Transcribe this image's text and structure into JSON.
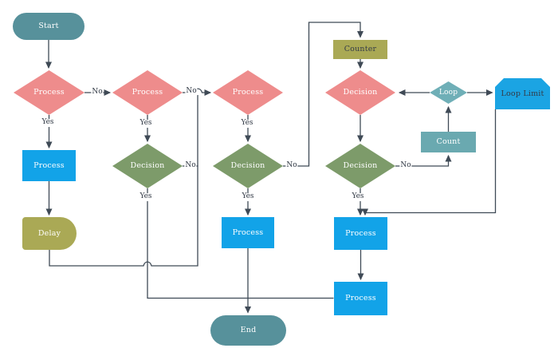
{
  "diagram": {
    "type": "flowchart",
    "background": "#ffffff",
    "colors": {
      "terminal": "#57919B",
      "pinkDiamond": "#EE8C8C",
      "greenDiamond": "#7D9B6A",
      "processBlue": "#12A3E8",
      "olive": "#AAA955",
      "loopTeal": "#6FAFB7",
      "countTeal": "#6AA9B0",
      "loopLimitBlue": "#1BA4E3",
      "connector": "#3F4A56",
      "labelText": "#333B47",
      "darkShapeText": "#333B47",
      "shapeText": "#FFFFFF"
    },
    "nodes": [
      {
        "id": "start",
        "label": "Start",
        "shape": "terminator"
      },
      {
        "id": "p1",
        "label": "Process",
        "shape": "diamond"
      },
      {
        "id": "p2",
        "label": "Process",
        "shape": "diamond"
      },
      {
        "id": "p3",
        "label": "Process",
        "shape": "diamond"
      },
      {
        "id": "proc1",
        "label": "Process",
        "shape": "rectangle"
      },
      {
        "id": "delay",
        "label": "Delay",
        "shape": "delay"
      },
      {
        "id": "d2",
        "label": "Decision",
        "shape": "diamond"
      },
      {
        "id": "d3",
        "label": "Decision",
        "shape": "diamond"
      },
      {
        "id": "counter",
        "label": "Counter",
        "shape": "rectangle"
      },
      {
        "id": "pdec",
        "label": "Decision",
        "shape": "diamond"
      },
      {
        "id": "d4",
        "label": "Decision",
        "shape": "diamond"
      },
      {
        "id": "loop",
        "label": "Loop",
        "shape": "diamond"
      },
      {
        "id": "count",
        "label": "Count",
        "shape": "rectangle"
      },
      {
        "id": "looplimit",
        "label": "Loop Limit",
        "shape": "loop-limit"
      },
      {
        "id": "proc3",
        "label": "Process",
        "shape": "rectangle"
      },
      {
        "id": "proc4",
        "label": "Process",
        "shape": "rectangle"
      },
      {
        "id": "procb",
        "label": "Process",
        "shape": "rectangle"
      },
      {
        "id": "end",
        "label": "End",
        "shape": "terminator"
      }
    ],
    "edge_labels": [
      {
        "text": "No"
      },
      {
        "text": "No"
      },
      {
        "text": "No"
      },
      {
        "text": "No"
      },
      {
        "text": "No"
      },
      {
        "text": "Yes"
      },
      {
        "text": "Yes"
      },
      {
        "text": "Yes"
      },
      {
        "text": "Yes"
      },
      {
        "text": "Yes"
      },
      {
        "text": "Yes"
      }
    ],
    "edges": [
      {
        "from": "start",
        "to": "p1",
        "label": ""
      },
      {
        "from": "p1",
        "to": "p2",
        "label": "No"
      },
      {
        "from": "p1",
        "to": "proc1",
        "label": "Yes"
      },
      {
        "from": "proc1",
        "to": "delay",
        "label": ""
      },
      {
        "from": "p2",
        "to": "p3",
        "label": "No"
      },
      {
        "from": "p2",
        "to": "d2",
        "label": "Yes"
      },
      {
        "from": "p3",
        "to": "d3",
        "label": "Yes"
      },
      {
        "from": "d2",
        "to": "p3",
        "label": "No"
      },
      {
        "from": "delay",
        "to": "p3",
        "label": ""
      },
      {
        "from": "d2",
        "to": "procb",
        "label": "Yes"
      },
      {
        "from": "d3",
        "to": "counter",
        "label": "No"
      },
      {
        "from": "d3",
        "to": "proc3",
        "label": "Yes"
      },
      {
        "from": "counter",
        "to": "pdec",
        "label": ""
      },
      {
        "from": "pdec",
        "to": "d4",
        "label": ""
      },
      {
        "from": "loop",
        "to": "pdec",
        "label": ""
      },
      {
        "from": "loop",
        "to": "looplimit",
        "label": ""
      },
      {
        "from": "count",
        "to": "loop",
        "label": ""
      },
      {
        "from": "d4",
        "to": "count",
        "label": "No"
      },
      {
        "from": "d4",
        "to": "proc4",
        "label": "Yes"
      },
      {
        "from": "looplimit",
        "to": "proc4",
        "label": ""
      },
      {
        "from": "proc4",
        "to": "procb",
        "label": ""
      },
      {
        "from": "proc3",
        "to": "end",
        "label": ""
      }
    ]
  }
}
